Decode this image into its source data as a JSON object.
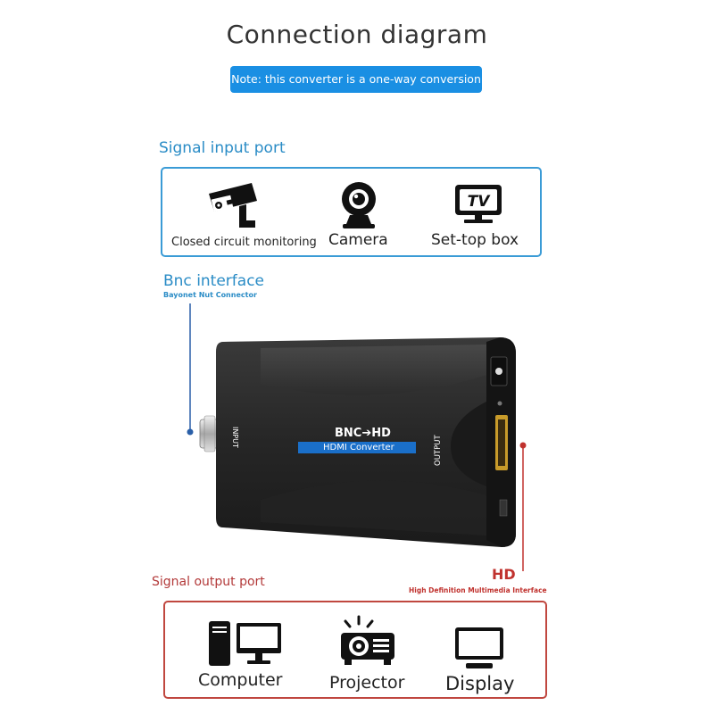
{
  "title": "Connection diagram",
  "note": "Note: this converter is a one-way conversion",
  "input_section": {
    "heading": "Signal input port",
    "devices": [
      {
        "label": "Closed circuit monitoring",
        "icon": "cctv-camera-icon"
      },
      {
        "label": "Camera",
        "icon": "webcam-icon"
      },
      {
        "label": "Set-top box",
        "icon": "tv-box-icon"
      }
    ]
  },
  "bnc_interface": {
    "heading": "Bnc interface",
    "subheading": "Bayonet Nut Connector"
  },
  "converter": {
    "model_text": "BNC➔HD",
    "subtitle": "HDMI Converter",
    "input_label": "INPUT",
    "output_label": "OUTPUT"
  },
  "hd_interface": {
    "heading": "HD",
    "subheading": "High Definition Multimedia Interface"
  },
  "output_section": {
    "heading": "Signal output port",
    "devices": [
      {
        "label": "Computer",
        "icon": "computer-icon"
      },
      {
        "label": "Projector",
        "icon": "projector-icon"
      },
      {
        "label": "Display",
        "icon": "monitor-icon"
      }
    ]
  },
  "colors": {
    "accent_blue": "#1a8fe3",
    "input_border": "#3a9bd6",
    "output_border": "#c0473f",
    "hd_red": "#c0322e"
  }
}
